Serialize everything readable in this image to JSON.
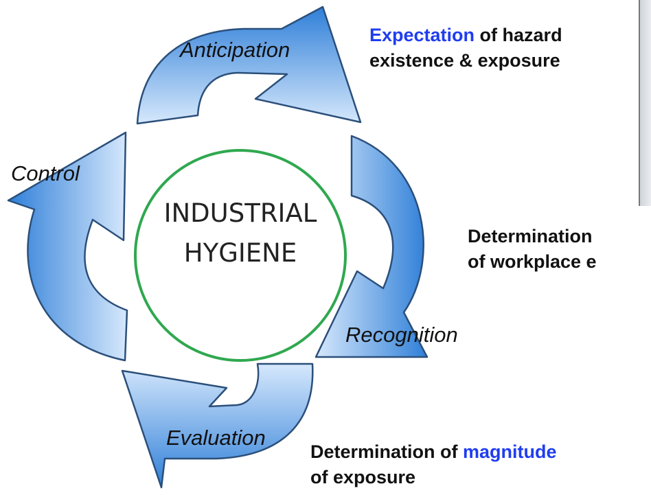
{
  "diagram": {
    "center": {
      "line1": "INDUSTRIAL",
      "line2": "HYGIENE"
    },
    "stages": {
      "anticipation": "Anticipation",
      "recognition": "Recognition",
      "evaluation": "Evaluation",
      "control": "Control"
    },
    "notes": {
      "anticipation": {
        "highlight": "Expectation",
        "rest_line1": " of hazard",
        "line2": "existence & exposure"
      },
      "recognition": {
        "line1": "Determination",
        "line2": "of workplace e"
      },
      "evaluation": {
        "prefix": "Determination of ",
        "highlight": "magnitude",
        "line2": "of exposure"
      }
    },
    "colors": {
      "arrow_fill_light": "#cfe3fb",
      "arrow_fill_dark": "#2f7fd8",
      "arrow_stroke": "#2b4f7a",
      "circle_stroke": "#2fa84f",
      "highlight_text": "#1f3df0"
    }
  }
}
